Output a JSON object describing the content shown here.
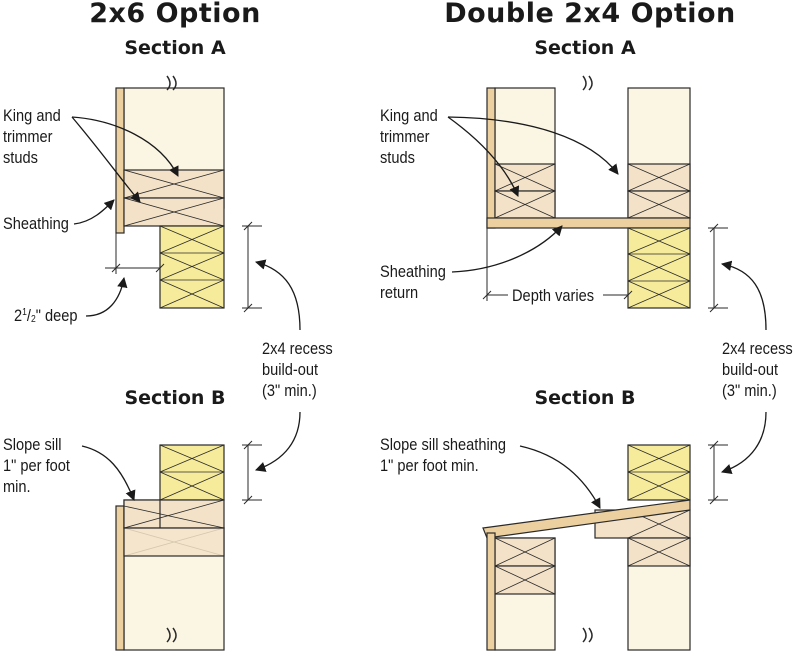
{
  "colors": {
    "wall_fill": "#fbf6e4",
    "framing_fill": "#f3e2c8",
    "recess_fill": "#f6eb9a",
    "sheathing_fill": "#ecd0a0",
    "line": "#2a2a2a"
  },
  "left": {
    "title": "2x6 Option",
    "section_a": "Section A",
    "section_b": "Section B",
    "king_trimmer": [
      "King and",
      "trimmer",
      "studs"
    ],
    "sheathing": "Sheathing",
    "deep": {
      "whole": "2",
      "num": "1",
      "den": "2",
      "rest": "\" deep"
    },
    "slope_sill": [
      "Slope sill",
      "1\" per foot",
      "min."
    ]
  },
  "right": {
    "title": "Double 2x4 Option",
    "section_a": "Section A",
    "section_b": "Section B",
    "king_trimmer": [
      "King and",
      "trimmer",
      "studs"
    ],
    "sheathing_return": [
      "Sheathing",
      "return"
    ],
    "depth_varies": "Depth varies",
    "slope_sill": [
      "Slope sill sheathing",
      "1\" per foot min."
    ]
  },
  "recess_note": [
    "2x4 recess",
    "build-out",
    "(3\" min.)"
  ]
}
